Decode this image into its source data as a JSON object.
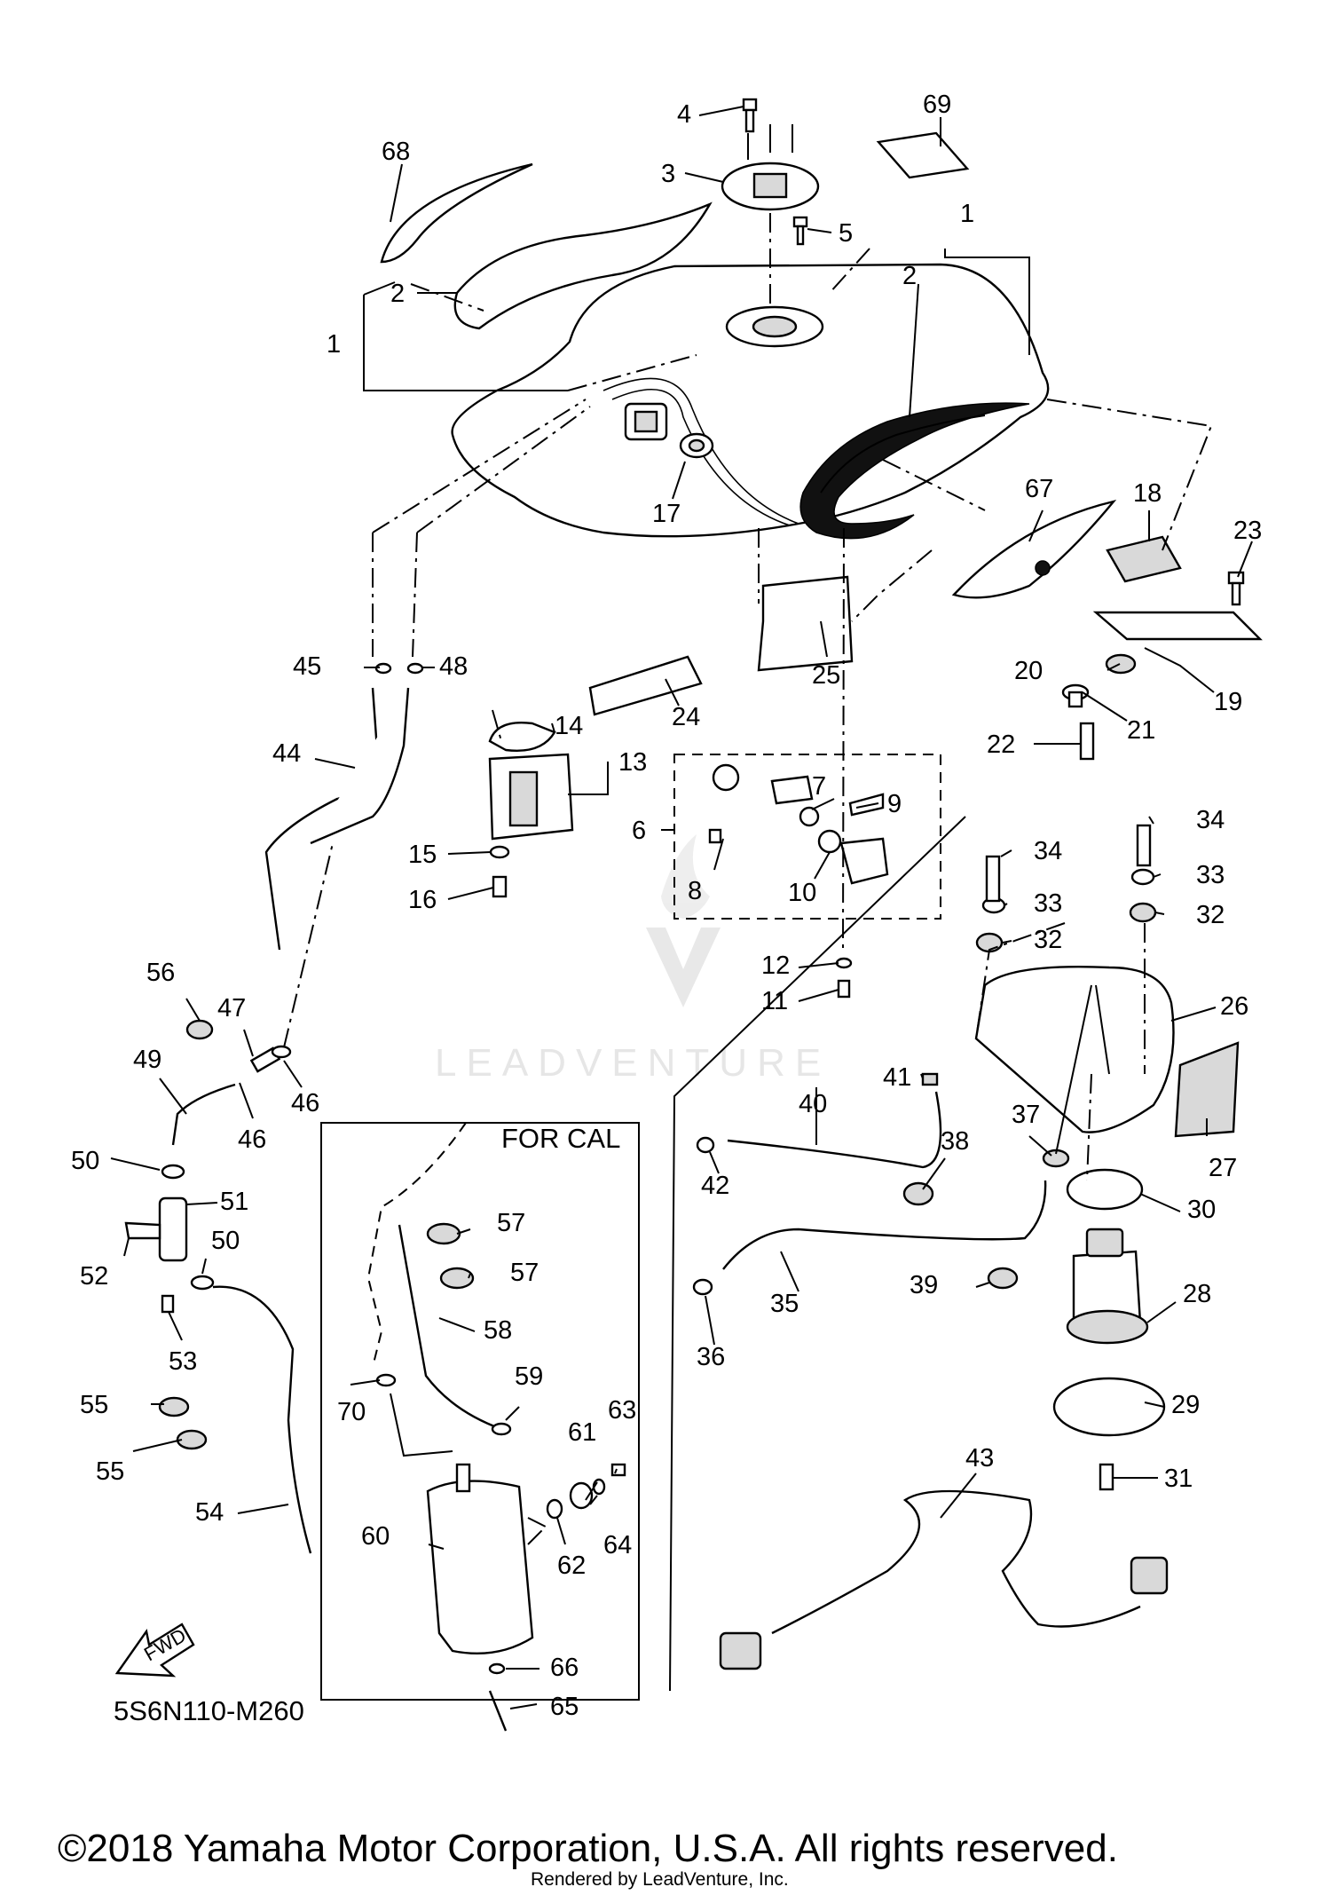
{
  "diagram": {
    "part_code": "5S6N110-M260",
    "for_cal_label": "FOR CAL",
    "fwd_label": "FWD",
    "watermark": "LEADVENTURE",
    "copyright": "©2018 Yamaha Motor Corporation, U.S.A. All rights reserved.",
    "rendered_by": "Rendered by LeadVenture, Inc."
  },
  "callouts": [
    {
      "id": "c1a",
      "label": "1"
    },
    {
      "id": "c1b",
      "label": "1"
    },
    {
      "id": "c2a",
      "label": "2"
    },
    {
      "id": "c2b",
      "label": "2"
    },
    {
      "id": "c3",
      "label": "3"
    },
    {
      "id": "c4",
      "label": "4"
    },
    {
      "id": "c5",
      "label": "5"
    },
    {
      "id": "c6",
      "label": "6"
    },
    {
      "id": "c7",
      "label": "7"
    },
    {
      "id": "c8",
      "label": "8"
    },
    {
      "id": "c9",
      "label": "9"
    },
    {
      "id": "c10",
      "label": "10"
    },
    {
      "id": "c11",
      "label": "11"
    },
    {
      "id": "c12",
      "label": "12"
    },
    {
      "id": "c13",
      "label": "13"
    },
    {
      "id": "c14",
      "label": "14"
    },
    {
      "id": "c15",
      "label": "15"
    },
    {
      "id": "c16",
      "label": "16"
    },
    {
      "id": "c17",
      "label": "17"
    },
    {
      "id": "c18",
      "label": "18"
    },
    {
      "id": "c19",
      "label": "19"
    },
    {
      "id": "c20",
      "label": "20"
    },
    {
      "id": "c21",
      "label": "21"
    },
    {
      "id": "c22",
      "label": "22"
    },
    {
      "id": "c23",
      "label": "23"
    },
    {
      "id": "c24",
      "label": "24"
    },
    {
      "id": "c25",
      "label": "25"
    },
    {
      "id": "c26",
      "label": "26"
    },
    {
      "id": "c27",
      "label": "27"
    },
    {
      "id": "c28",
      "label": "28"
    },
    {
      "id": "c29",
      "label": "29"
    },
    {
      "id": "c30",
      "label": "30"
    },
    {
      "id": "c31",
      "label": "31"
    },
    {
      "id": "c32a",
      "label": "32"
    },
    {
      "id": "c32b",
      "label": "32"
    },
    {
      "id": "c33a",
      "label": "33"
    },
    {
      "id": "c33b",
      "label": "33"
    },
    {
      "id": "c34a",
      "label": "34"
    },
    {
      "id": "c34b",
      "label": "34"
    },
    {
      "id": "c35",
      "label": "35"
    },
    {
      "id": "c36",
      "label": "36"
    },
    {
      "id": "c37",
      "label": "37"
    },
    {
      "id": "c38",
      "label": "38"
    },
    {
      "id": "c39",
      "label": "39"
    },
    {
      "id": "c40",
      "label": "40"
    },
    {
      "id": "c41",
      "label": "41"
    },
    {
      "id": "c42",
      "label": "42"
    },
    {
      "id": "c43",
      "label": "43"
    },
    {
      "id": "c44",
      "label": "44"
    },
    {
      "id": "c45",
      "label": "45"
    },
    {
      "id": "c46a",
      "label": "46"
    },
    {
      "id": "c46b",
      "label": "46"
    },
    {
      "id": "c47",
      "label": "47"
    },
    {
      "id": "c48",
      "label": "48"
    },
    {
      "id": "c49",
      "label": "49"
    },
    {
      "id": "c50a",
      "label": "50"
    },
    {
      "id": "c50b",
      "label": "50"
    },
    {
      "id": "c51",
      "label": "51"
    },
    {
      "id": "c52",
      "label": "52"
    },
    {
      "id": "c53",
      "label": "53"
    },
    {
      "id": "c54",
      "label": "54"
    },
    {
      "id": "c55a",
      "label": "55"
    },
    {
      "id": "c55b",
      "label": "55"
    },
    {
      "id": "c56",
      "label": "56"
    },
    {
      "id": "c57a",
      "label": "57"
    },
    {
      "id": "c57b",
      "label": "57"
    },
    {
      "id": "c58",
      "label": "58"
    },
    {
      "id": "c59",
      "label": "59"
    },
    {
      "id": "c60",
      "label": "60"
    },
    {
      "id": "c61",
      "label": "61"
    },
    {
      "id": "c62",
      "label": "62"
    },
    {
      "id": "c63",
      "label": "63"
    },
    {
      "id": "c64",
      "label": "64"
    },
    {
      "id": "c65",
      "label": "65"
    },
    {
      "id": "c66",
      "label": "66"
    },
    {
      "id": "c67",
      "label": "67"
    },
    {
      "id": "c68",
      "label": "68"
    },
    {
      "id": "c69",
      "label": "69"
    },
    {
      "id": "c70",
      "label": "70"
    }
  ]
}
